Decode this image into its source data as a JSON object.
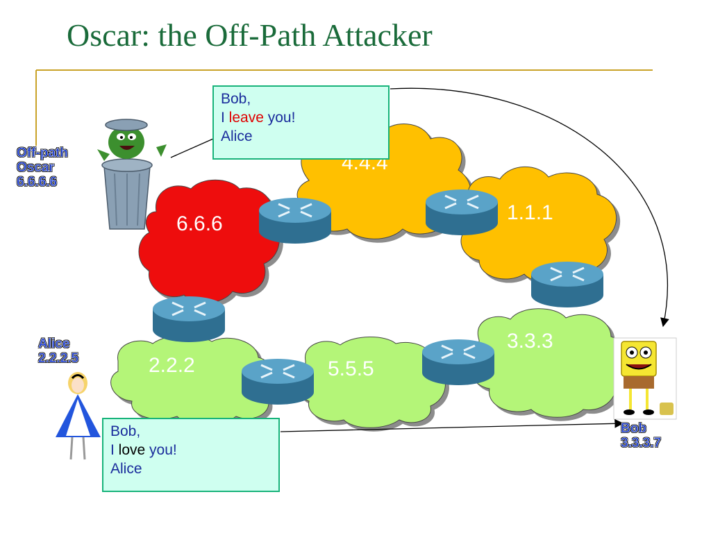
{
  "title": "Oscar: the Off-Path Attacker",
  "clouds": {
    "red": "6.6.6",
    "yellow_top": "4.4.4",
    "yellow_right": "1.1.1",
    "green_left": "2.2.2",
    "green_mid": "5.5.5",
    "green_right": "3.3.3"
  },
  "actors": {
    "oscar": [
      "Off-path",
      "Oscar",
      "6.6.6.6"
    ],
    "alice": [
      "Alice",
      "2.2.2.5"
    ],
    "bob": [
      "Bob",
      "3.3.3.7"
    ]
  },
  "messages": {
    "forged": {
      "greeting": "Bob,",
      "pre": "I ",
      "verb": "leave",
      "post": " you!",
      "sign": "Alice"
    },
    "genuine": {
      "greeting": "Bob,",
      "pre": "I ",
      "verb": "love",
      "post": " you!",
      "sign": "Alice"
    }
  },
  "colors": {
    "title": "#1a6b3a",
    "rule": "#c9a227",
    "red_cloud": "#ee1111",
    "yellow_cloud": "#ffc000",
    "green_cloud": "#b4f578",
    "router": "#3e86ab",
    "message_bg": "#cffff0",
    "message_border": "#17b37a"
  }
}
